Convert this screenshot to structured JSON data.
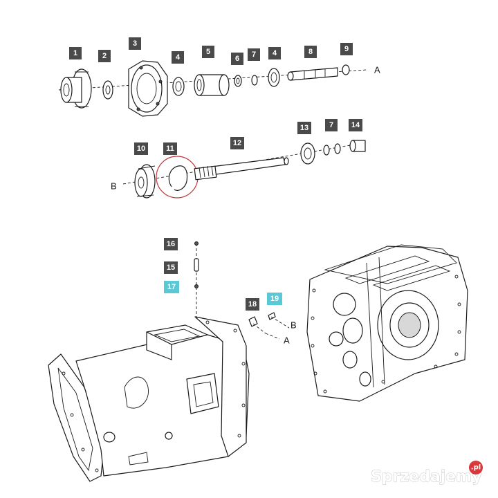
{
  "diagram": {
    "upper_callouts": [
      {
        "label": "1"
      },
      {
        "label": "2"
      },
      {
        "label": "3"
      },
      {
        "label": "4"
      },
      {
        "label": "5"
      },
      {
        "label": "6"
      },
      {
        "label": "7"
      },
      {
        "label": "4"
      },
      {
        "label": "8"
      },
      {
        "label": "9"
      }
    ],
    "middle_callouts": [
      {
        "label": "10"
      },
      {
        "label": "11"
      },
      {
        "label": "12"
      },
      {
        "label": "13"
      },
      {
        "label": "7"
      },
      {
        "label": "14"
      }
    ],
    "lower_callouts": [
      {
        "label": "16"
      },
      {
        "label": "15"
      },
      {
        "label": "17",
        "highlight": true
      },
      {
        "label": "18"
      },
      {
        "label": "19",
        "highlight": true
      }
    ],
    "reference_letters": {
      "a_upper": "A",
      "b_middle": "B",
      "b_lower": "B",
      "a_lower": "A"
    },
    "colors": {
      "callout_dark": "#4a4a4a",
      "callout_highlight": "#5bc8d6",
      "circle_highlight": "#c0393b",
      "watermark_dot": "#d9383a"
    }
  },
  "watermark": {
    "text": "Sprzedajemy",
    "suffix": ".pl"
  }
}
